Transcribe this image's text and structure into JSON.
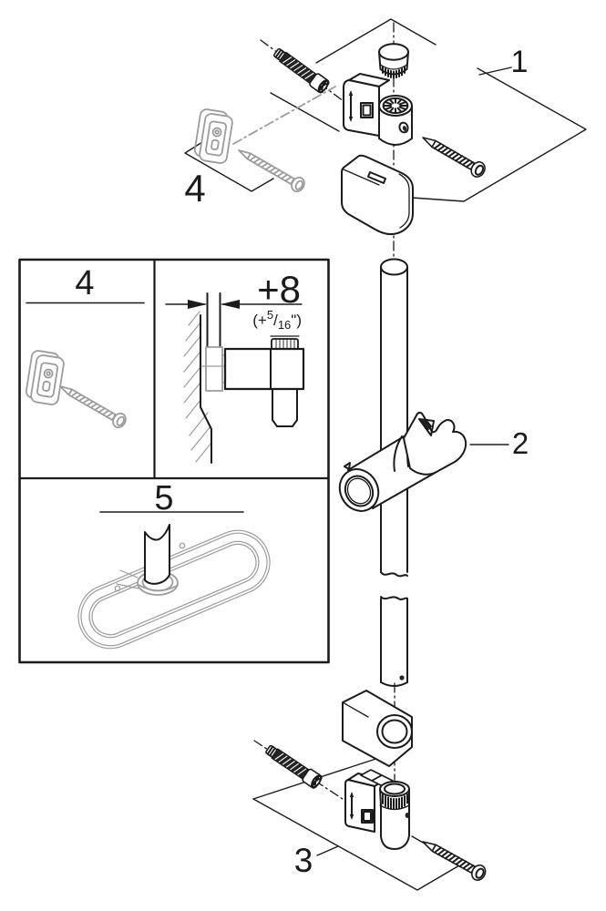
{
  "diagram": {
    "callouts": {
      "part1": "1",
      "part2": "2",
      "part3": "3",
      "part4": "4",
      "part5": "5"
    },
    "inset": {
      "plug_panel": {
        "label": "4"
      },
      "offset_panel": {
        "metric": "+8",
        "imperial_prefix": "(+",
        "imperial_numerator": "5",
        "imperial_slash": "/",
        "imperial_denominator": "16",
        "imperial_suffix": "\")"
      },
      "base_panel": {
        "label": "5"
      }
    },
    "colors": {
      "line": "#1b1b1b",
      "accessory": "#9c9c9c",
      "background": "#ffffff"
    }
  }
}
